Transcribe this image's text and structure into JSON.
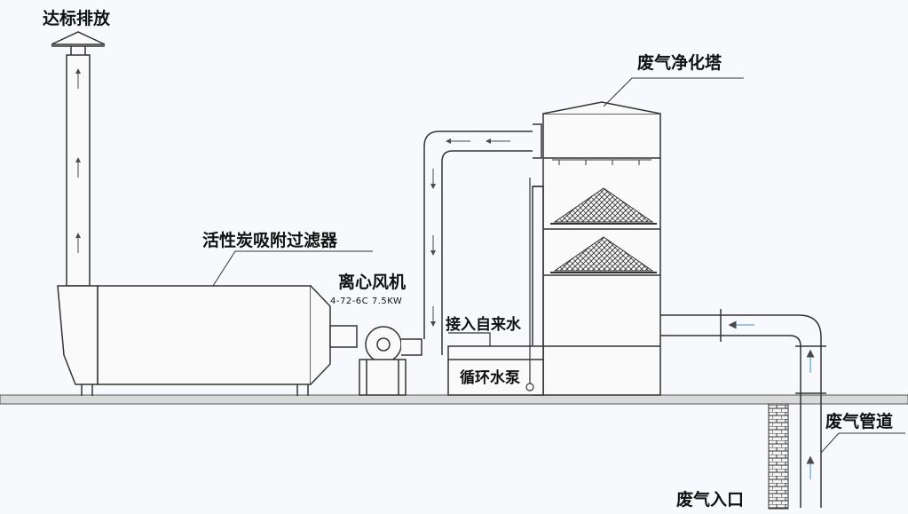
{
  "labels": {
    "stack_discharge": "达标排放",
    "purification_tower": "废气净化塔",
    "carbon_filter": "活性炭吸附过滤器",
    "fan": "离心风机",
    "fan_spec": "4-72-6C  7.5KW",
    "tap_water": "接入自来水",
    "circulation_pump": "循环水泵",
    "exhaust_duct": "废气管道",
    "exhaust_inlet": "废气入口"
  },
  "colors": {
    "line": "#333333",
    "packing": "#555555",
    "ground": "#d9d9d9",
    "arrow": "#4a4a4a",
    "inlet_arrow": "#7ab8d6"
  }
}
